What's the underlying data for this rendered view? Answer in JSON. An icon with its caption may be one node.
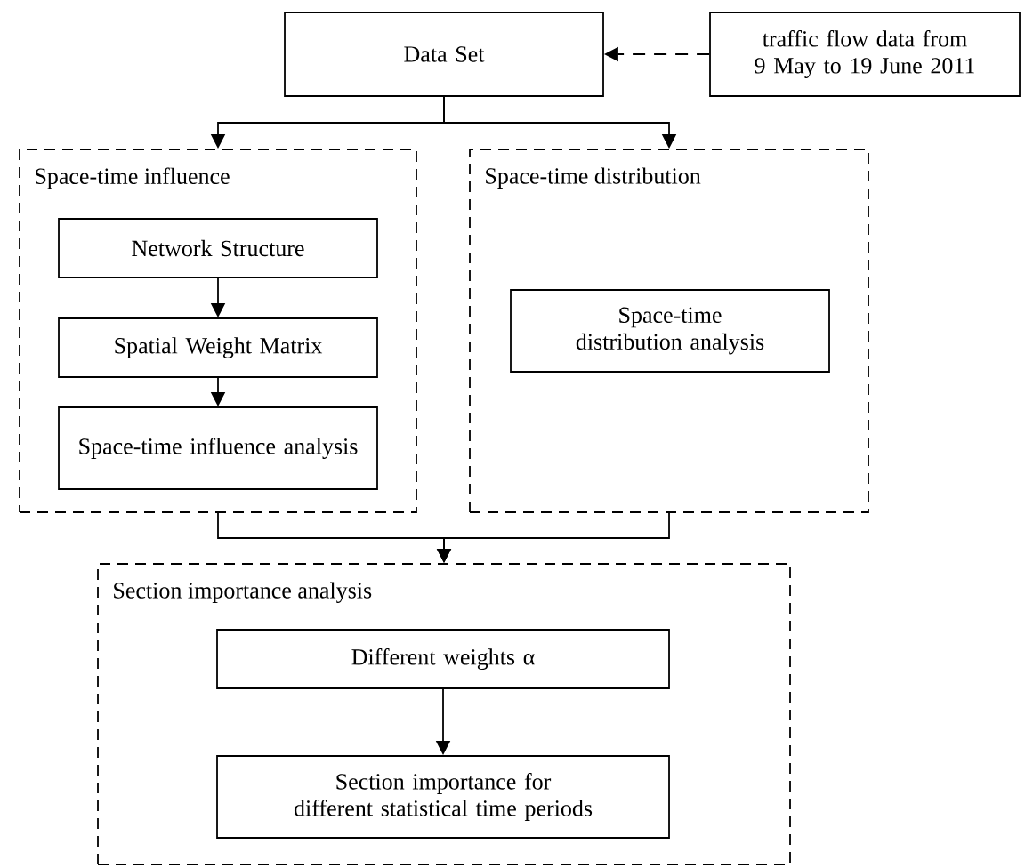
{
  "diagram": {
    "nodes": [
      {
        "text": [
          "Data Set"
        ]
      },
      {
        "text": [
          "traffic flow data from 9 May to 19 June 2011"
        ]
      },
      {
        "text": [
          "Space-time influence"
        ]
      },
      {
        "text": [
          "Network Structure"
        ],
        "in": 2
      },
      {
        "text": [
          "Spatial Weight Matrix"
        ],
        "in": 2
      },
      {
        "text": [
          "Space-time influence analysis"
        ],
        "in": 2
      },
      {
        "text": [
          "Space-time distribution"
        ]
      },
      {
        "text": [
          "Space-time distribution analysis"
        ],
        "in": 6
      },
      {
        "text": [
          "Section importance analysis"
        ]
      },
      {
        "text": [
          "Different weights α"
        ],
        "in": 8
      },
      {
        "text": [
          "Section importance for different statistical time periods"
        ],
        "in": 8
      }
    ],
    "edges": [
      {
        "from": 1,
        "to": 0,
        "arrow": "to",
        "style": "dashed"
      },
      {
        "from": 0,
        "to": 2,
        "arrow": "to"
      },
      {
        "from": 0,
        "to": 6,
        "arrow": "to"
      },
      {
        "from": 3,
        "to": 4,
        "arrow": "to"
      },
      {
        "from": 4,
        "to": 5,
        "arrow": "to"
      },
      {
        "from": 2,
        "to": 8,
        "arrow": "to"
      },
      {
        "from": 6,
        "to": 8,
        "arrow": "to"
      },
      {
        "from": 9,
        "to": 10,
        "arrow": "to"
      }
    ]
  }
}
